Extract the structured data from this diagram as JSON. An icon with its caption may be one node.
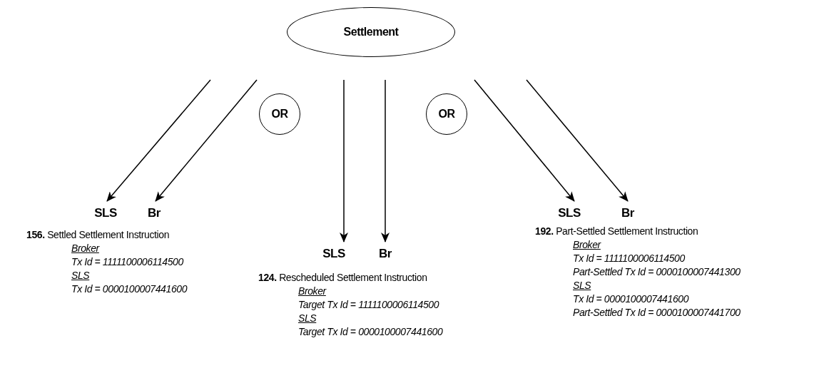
{
  "diagram": {
    "nodes": [
      {
        "text": [
          "Settlement"
        ]
      },
      {
        "text": [
          "SLS"
        ]
      },
      {
        "text": [
          "Br"
        ]
      },
      {
        "text": [
          "SLS"
        ]
      },
      {
        "text": [
          "Br"
        ]
      },
      {
        "text": [
          "SLS"
        ]
      },
      {
        "text": [
          "Br"
        ]
      },
      {
        "text": [
          "OR"
        ]
      },
      {
        "text": [
          "OR"
        ]
      }
    ],
    "edges": [
      {
        "from": null,
        "to": 1,
        "arrow": "to"
      },
      {
        "from": null,
        "to": 2,
        "arrow": "to"
      },
      {
        "from": null,
        "to": 3,
        "arrow": "to"
      },
      {
        "from": null,
        "to": 4,
        "arrow": "to"
      },
      {
        "from": null,
        "to": 5,
        "arrow": "to"
      },
      {
        "from": null,
        "to": 6,
        "arrow": "to"
      }
    ],
    "labels": [
      "**156.** Settled Settlement Instruction",
      "Broker",
      "Tx Id =  1111100006114500",
      "SLS",
      "Tx Id =  0000100007441600",
      "**124.** Rescheduled Settlement Instruction",
      "Broker",
      "Target Tx Id =  1111100006114500",
      "SLS",
      "Target Tx Id =  0000100007441600",
      "**192.** Part-Settled Settlement Instruction",
      "Broker",
      "Tx Id =  1111100006114500",
      "Part-Settled Tx Id =  0000100007441300",
      "SLS",
      "Tx Id =  0000100007441600",
      "Part-Settled Tx Id =  0000100007441700"
    ]
  }
}
